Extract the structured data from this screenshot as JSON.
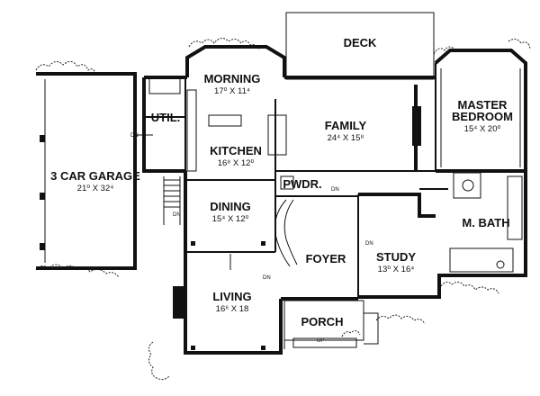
{
  "rooms": {
    "deck": {
      "name": "DECK"
    },
    "morning": {
      "name": "MORNING",
      "dim": "17⁰ X 11⁴"
    },
    "master_bedroom": {
      "name_line1": "MASTER",
      "name_line2": "BEDROOM",
      "dim": "15⁴ X 20⁰"
    },
    "util": {
      "name": "UTIL."
    },
    "family": {
      "name": "FAMILY",
      "dim": "24⁴ X 15⁸"
    },
    "kitchen": {
      "name": "KITCHEN",
      "dim": "16⁸ X 12⁰"
    },
    "garage": {
      "name": "3 CAR GARAGE",
      "dim": "21⁰ X 32⁴"
    },
    "pwdr": {
      "name": "PWDR."
    },
    "dining": {
      "name": "DINING",
      "dim": "15⁴ X 12⁰"
    },
    "m_bath": {
      "name": "M. BATH"
    },
    "foyer": {
      "name": "FOYER"
    },
    "study": {
      "name": "STUDY",
      "dim": "13⁰ X 16⁴"
    },
    "living": {
      "name": "LIVING",
      "dim": "16⁶ X 18⁲"
    },
    "porch": {
      "name": "PORCH"
    }
  },
  "labels": {
    "dn": "DN",
    "up": "UP"
  }
}
